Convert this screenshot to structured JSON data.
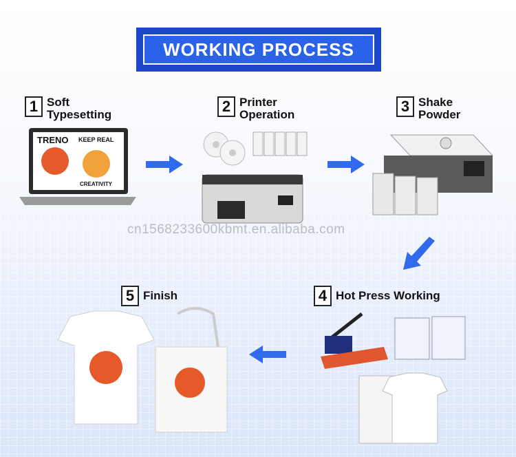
{
  "header": {
    "title": "WORKING PROCESS"
  },
  "steps": [
    {
      "num": "1",
      "lines": [
        "Soft",
        "Typesetting"
      ]
    },
    {
      "num": "2",
      "lines": [
        "Printer",
        "Operation"
      ]
    },
    {
      "num": "3",
      "lines": [
        "Shake",
        "Powder"
      ]
    },
    {
      "num": "4",
      "lines": [
        "Hot Press Working"
      ]
    },
    {
      "num": "5",
      "lines": [
        "Finish"
      ]
    }
  ],
  "artwork": {
    "line1": "TRENO",
    "line2": "KEEP REAL",
    "line3": "CREATIVITY"
  },
  "watermark": "cn1568233600kbmt.en.alibaba.com",
  "colors": {
    "accent": "#2a63e8",
    "accent_dark": "#1c46c8",
    "arrow": "#2f6bec"
  }
}
